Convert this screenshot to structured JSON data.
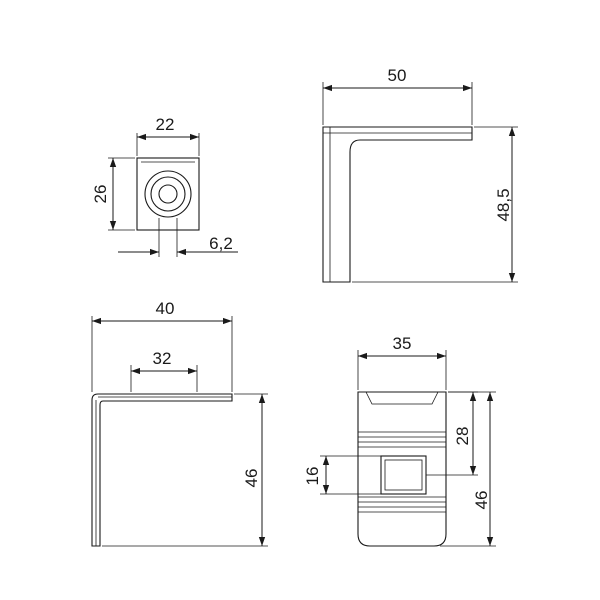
{
  "views": {
    "top_small": {
      "width": "22",
      "height": "26",
      "offset": "6,2"
    },
    "side_upper": {
      "width": "50",
      "height": "48,5"
    },
    "side_lower": {
      "width": "40",
      "inner_width": "32",
      "height": "46"
    },
    "front": {
      "width": "35",
      "height": "46",
      "upper_height": "28",
      "hole": "16"
    }
  },
  "colors": {
    "line": "#1a1a1a",
    "background": "#ffffff"
  }
}
